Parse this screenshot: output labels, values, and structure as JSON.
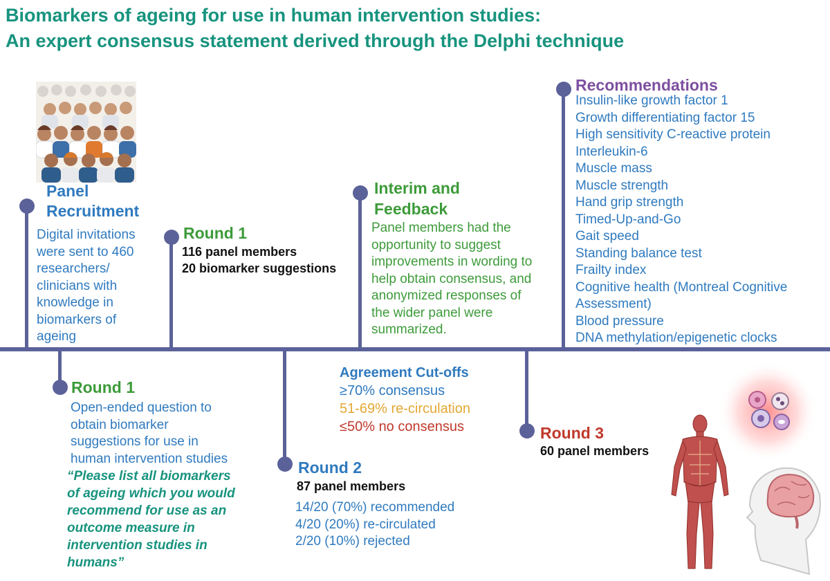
{
  "title": {
    "line1": "Biomarkers of ageing for use in human intervention studies:",
    "line2": "An expert consensus statement derived through the Delphi technique"
  },
  "panel": {
    "heading_line1": "Panel",
    "heading_line2": "Recruitment",
    "text_lines": [
      "Digital invitations",
      "were sent to 460",
      "researchers/",
      "clinicians with",
      "knowledge in",
      "biomarkers of",
      "ageing"
    ]
  },
  "round1_top": {
    "heading": "Round 1",
    "members": "116 panel members",
    "suggestions": "20 biomarker suggestions"
  },
  "interim": {
    "heading_line1": "Interim and",
    "heading_line2": "Feedback",
    "text_lines": [
      "Panel members had the",
      "opportunity to suggest",
      "improvements in wording to",
      "help obtain consensus, and",
      "anonymized responses of",
      "the wider panel were",
      "summarized."
    ]
  },
  "recommendations": {
    "heading": "Recommendations",
    "items": [
      "Insulin-like growth factor 1",
      "Growth differentiating factor 15",
      "High sensitivity C-reactive protein",
      "Interleukin-6",
      "Muscle mass",
      "Muscle strength",
      "Hand grip strength",
      "Timed-Up-and-Go",
      "Gait speed",
      "Standing balance test",
      "Frailty index",
      "Cognitive health (Montreal Cognitive",
      "Assessment)",
      "Blood pressure",
      "DNA methylation/epigenetic clocks"
    ]
  },
  "round1_bottom": {
    "heading": "Round 1",
    "text_lines": [
      "Open-ended question to",
      "obtain biomarker",
      "suggestions for use in",
      "human intervention studies"
    ],
    "quote_lines": [
      "“Please list all biomarkers",
      "of ageing which you would",
      "recommend for use as an",
      "outcome measure in",
      "intervention studies in",
      "humans”"
    ]
  },
  "cutoffs": {
    "heading": "Agreement Cut-offs",
    "consensus": "≥70% consensus",
    "recirculation": "51-69% re-circulation",
    "no_consensus": "≤50% no consensus"
  },
  "round2": {
    "heading": "Round 2",
    "members": "87 panel members",
    "results": [
      "14/20 (70%) recommended",
      "4/20 (20%) re-circulated",
      "2/20 (10%) rejected"
    ]
  },
  "round3": {
    "heading": "Round 3",
    "members": "60 panel members"
  },
  "colors": {
    "title": "#17937e",
    "axis": "#5b6299",
    "blue": "#2f7abf",
    "green": "#3d9b3a",
    "red": "#c0392b",
    "purple": "#7d4fa0",
    "amber": "#e3a834"
  },
  "icons": [
    "crowd-illustration",
    "body-muscle-illustration",
    "brain-head-illustration",
    "cells-illustration"
  ]
}
